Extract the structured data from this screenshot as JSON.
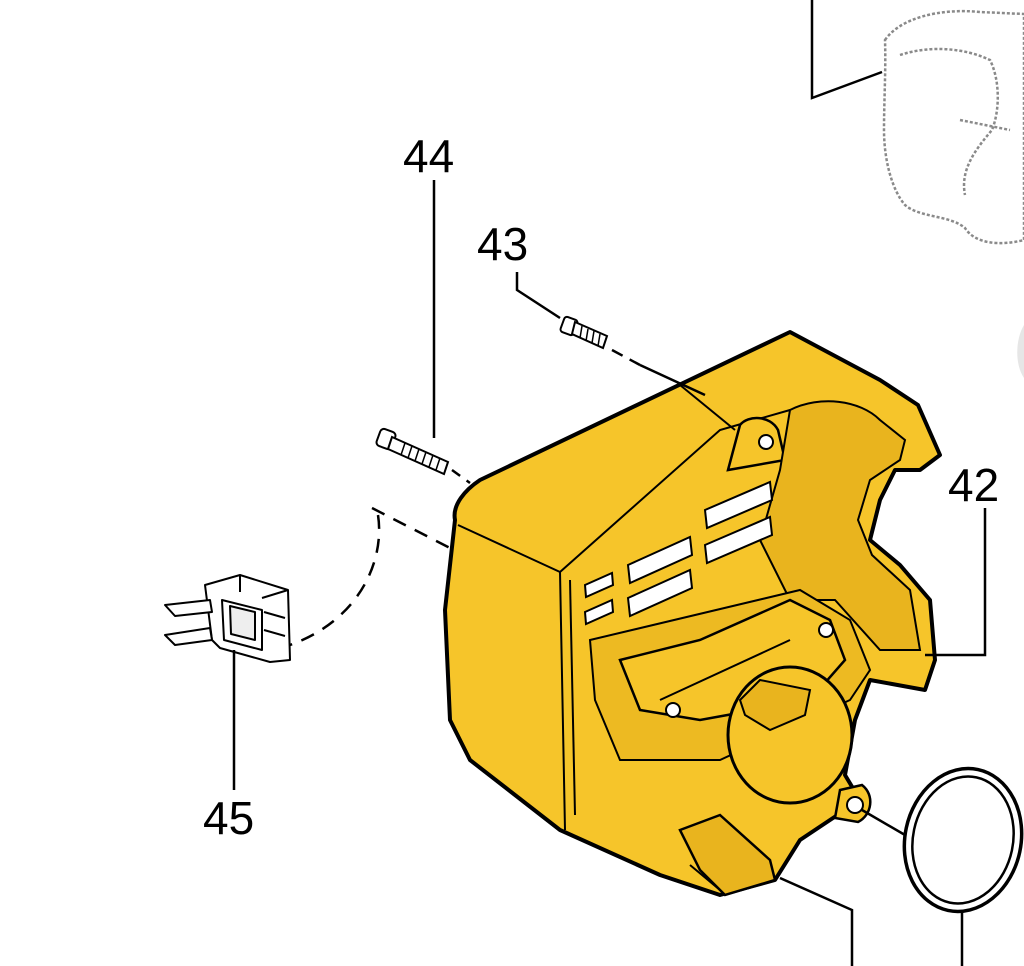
{
  "callouts": {
    "c42": "42",
    "c43": "43",
    "c44": "44",
    "c45": "45"
  },
  "colors": {
    "housing_fill": "#F6C52A",
    "housing_shadow": "#D9A514",
    "line": "#000000",
    "ghost_part": "#9A9A9A",
    "background": "#FFFFFF"
  },
  "icons": {
    "housing": "air-filter-housing-icon",
    "screw": "screw-icon",
    "bolt": "bolt-icon",
    "clip": "retaining-clip-icon",
    "gasket": "o-ring-gasket-icon",
    "filter": "air-filter-element-icon"
  }
}
